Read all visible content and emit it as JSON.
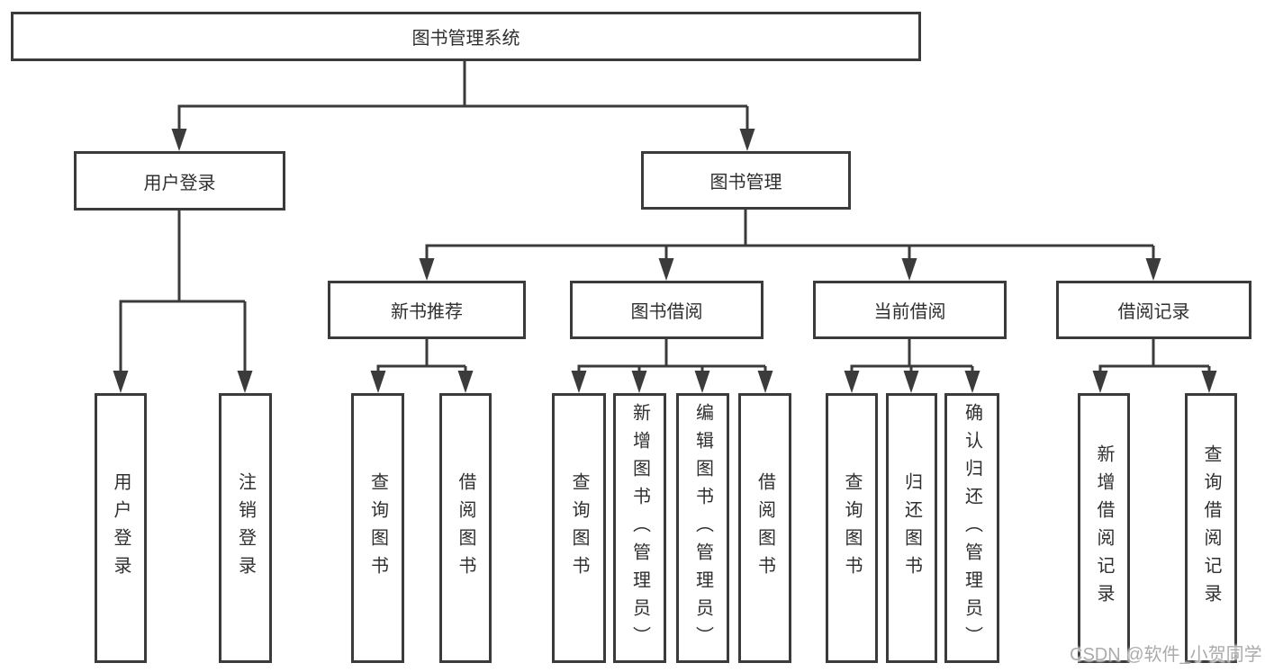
{
  "colors": {
    "line": "#3b3b3b",
    "box_border": "#3b3b3b",
    "box_fill": "#ffffff",
    "text": "#2f2f2f",
    "watermark": "#ababab",
    "background": "#ffffff"
  },
  "tree": {
    "title": "图书管理系统",
    "branches": [
      {
        "label": "用户登录",
        "children": [
          {
            "label": "用户登录"
          },
          {
            "label": "注销登录"
          }
        ]
      },
      {
        "label": "图书管理",
        "children": [
          {
            "label": "新书推荐",
            "children": [
              {
                "label": "查询图书"
              },
              {
                "label": "借阅图书"
              }
            ]
          },
          {
            "label": "图书借阅",
            "children": [
              {
                "label": "查询图书"
              },
              {
                "label": "新增图书（管理员）"
              },
              {
                "label": "编辑图书（管理员）"
              },
              {
                "label": "借阅图书"
              }
            ]
          },
          {
            "label": "当前借阅",
            "children": [
              {
                "label": "查询图书"
              },
              {
                "label": "归还图书"
              },
              {
                "label": "确认归还（管理员）"
              }
            ]
          },
          {
            "label": "借阅记录",
            "children": [
              {
                "label": "新增借阅记录"
              },
              {
                "label": "查询借阅记录"
              }
            ]
          }
        ]
      }
    ]
  },
  "watermark": {
    "text": "CSDN @软件_小贺同学"
  }
}
